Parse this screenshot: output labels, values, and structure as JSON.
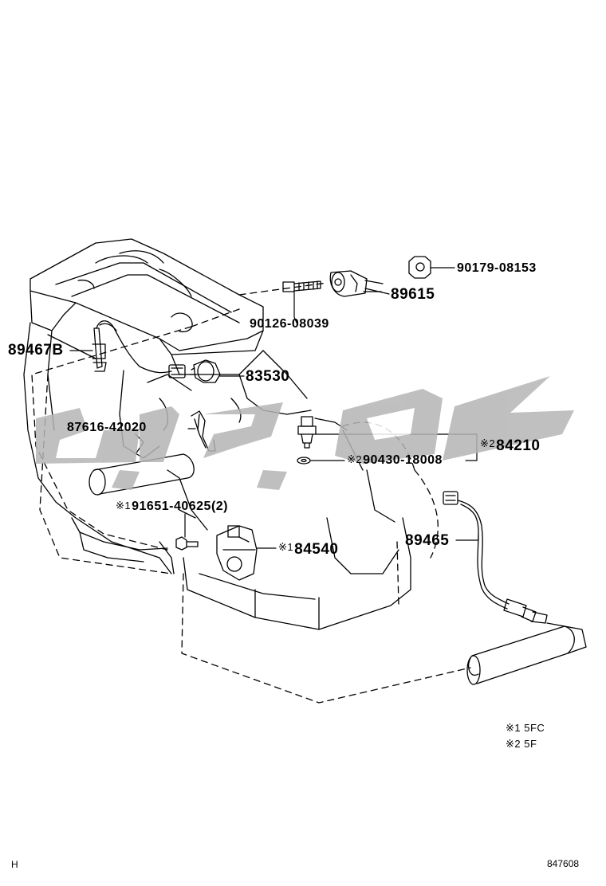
{
  "parts": {
    "p1": {
      "number": "90179-08153"
    },
    "p2": {
      "number": "89615"
    },
    "p3": {
      "number": "90126-08039"
    },
    "p4": {
      "number": "89467B"
    },
    "p5": {
      "number": "83530"
    },
    "p6": {
      "number": "87616-42020"
    },
    "p7": {
      "mark": "※2",
      "number": "84210"
    },
    "p8": {
      "mark": "※2",
      "number": "90430-18008"
    },
    "p9": {
      "mark": "※1",
      "number": "91651-40625(2)"
    },
    "p10": {
      "mark": "※1",
      "number": "84540"
    },
    "p11": {
      "number": "89465"
    }
  },
  "notes": [
    {
      "mark": "※1",
      "text": "5FC"
    },
    {
      "mark": "※2",
      "text": "5F"
    }
  ],
  "footer": {
    "left": "H",
    "right": "847608"
  },
  "watermark_color": "#b5b5b5"
}
